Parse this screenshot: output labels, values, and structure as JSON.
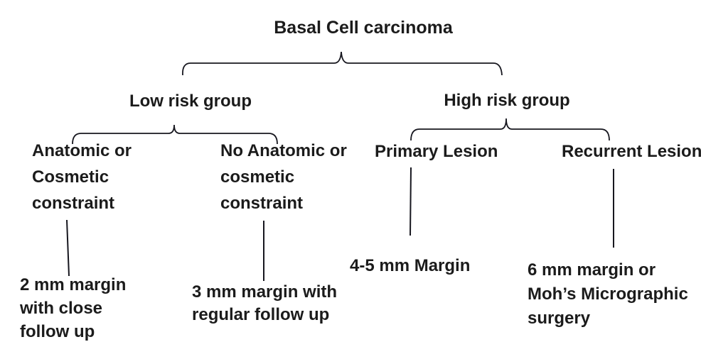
{
  "diagram": {
    "title": "Basal Cell carcinoma",
    "groups": {
      "low": {
        "label": "Low risk group"
      },
      "high": {
        "label": "High risk group"
      }
    },
    "branches": [
      {
        "lines": [
          "Anatomic or",
          "Cosmetic",
          "constraint"
        ]
      },
      {
        "lines": [
          "No Anatomic or",
          "cosmetic",
          "constraint"
        ]
      },
      {
        "lines": [
          "Primary Lesion"
        ]
      },
      {
        "lines": [
          "Recurrent Lesion"
        ]
      }
    ],
    "outcomes": [
      {
        "lines": [
          "2 mm margin",
          "with close",
          "follow up"
        ]
      },
      {
        "lines": [
          "3 mm margin with",
          "regular follow up"
        ]
      },
      {
        "lines": [
          "4-5 mm Margin"
        ]
      },
      {
        "lines": [
          "6 mm margin or",
          "Moh’s Micrographic",
          "surgery"
        ]
      }
    ],
    "colors": {
      "line": "#17171f",
      "text": "#1b1b1b",
      "background": "#ffffff"
    }
  }
}
